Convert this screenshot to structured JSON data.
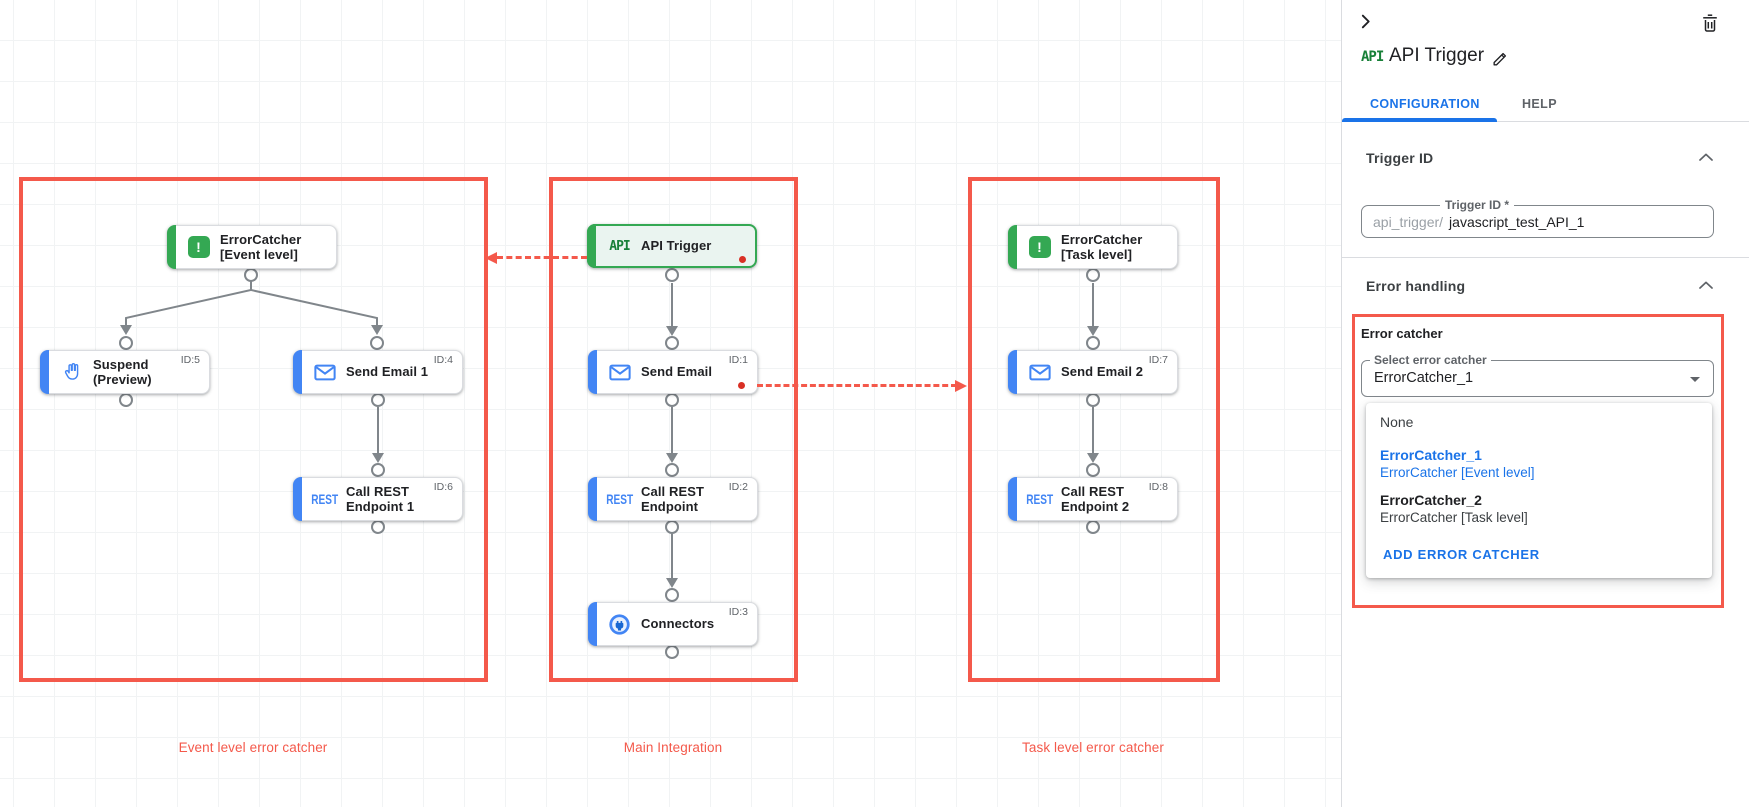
{
  "colors": {
    "accent_red": "#f4594b",
    "dot_red": "#d93025",
    "task_blue": "#4285f4",
    "trigger_green": "#34a853",
    "link_blue": "#1a73e8"
  },
  "canvas": {
    "group_labels": {
      "event": "Event level error catcher",
      "main": "Main Integration",
      "task": "Task level error catcher"
    },
    "nodes": {
      "ec_event": {
        "label": "ErrorCatcher [Event level]",
        "id": ""
      },
      "suspend": {
        "label": "Suspend (Preview)",
        "id": "ID:5"
      },
      "send_email_1": {
        "label": "Send Email 1",
        "id": "ID:4"
      },
      "rest_1": {
        "label": "Call REST Endpoint 1",
        "id": "ID:6"
      },
      "api_trigger": {
        "label": "API Trigger",
        "id": ""
      },
      "send_email": {
        "label": "Send Email",
        "id": "ID:1"
      },
      "rest": {
        "label": "Call REST Endpoint",
        "id": "ID:2"
      },
      "connectors": {
        "label": "Connectors",
        "id": "ID:3"
      },
      "ec_task": {
        "label": "ErrorCatcher [Task level]",
        "id": ""
      },
      "send_email_2": {
        "label": "Send Email 2",
        "id": "ID:7"
      },
      "rest_2": {
        "label": "Call REST Endpoint 2",
        "id": "ID:8"
      }
    },
    "icon_text": {
      "rest": "REST",
      "api": "API",
      "error": "!"
    }
  },
  "panel": {
    "badge": "API",
    "title": "API Trigger",
    "tabs": {
      "configuration": "CONFIGURATION",
      "help": "HELP"
    },
    "trigger_id": {
      "header": "Trigger ID",
      "field_label": "Trigger ID *",
      "prefix": "api_trigger/",
      "value": "javascript_test_API_1"
    },
    "error_handling": {
      "header": "Error handling",
      "group_label": "Error catcher",
      "select_label": "Select error catcher",
      "select_value": "ErrorCatcher_1",
      "menu": {
        "none_label": "None",
        "option1_title": "ErrorCatcher_1",
        "option1_subtitle": "ErrorCatcher [Event level]",
        "option2_title": "ErrorCatcher_2",
        "option2_subtitle": "ErrorCatcher [Task level]",
        "add_label": "ADD ERROR CATCHER"
      }
    }
  }
}
